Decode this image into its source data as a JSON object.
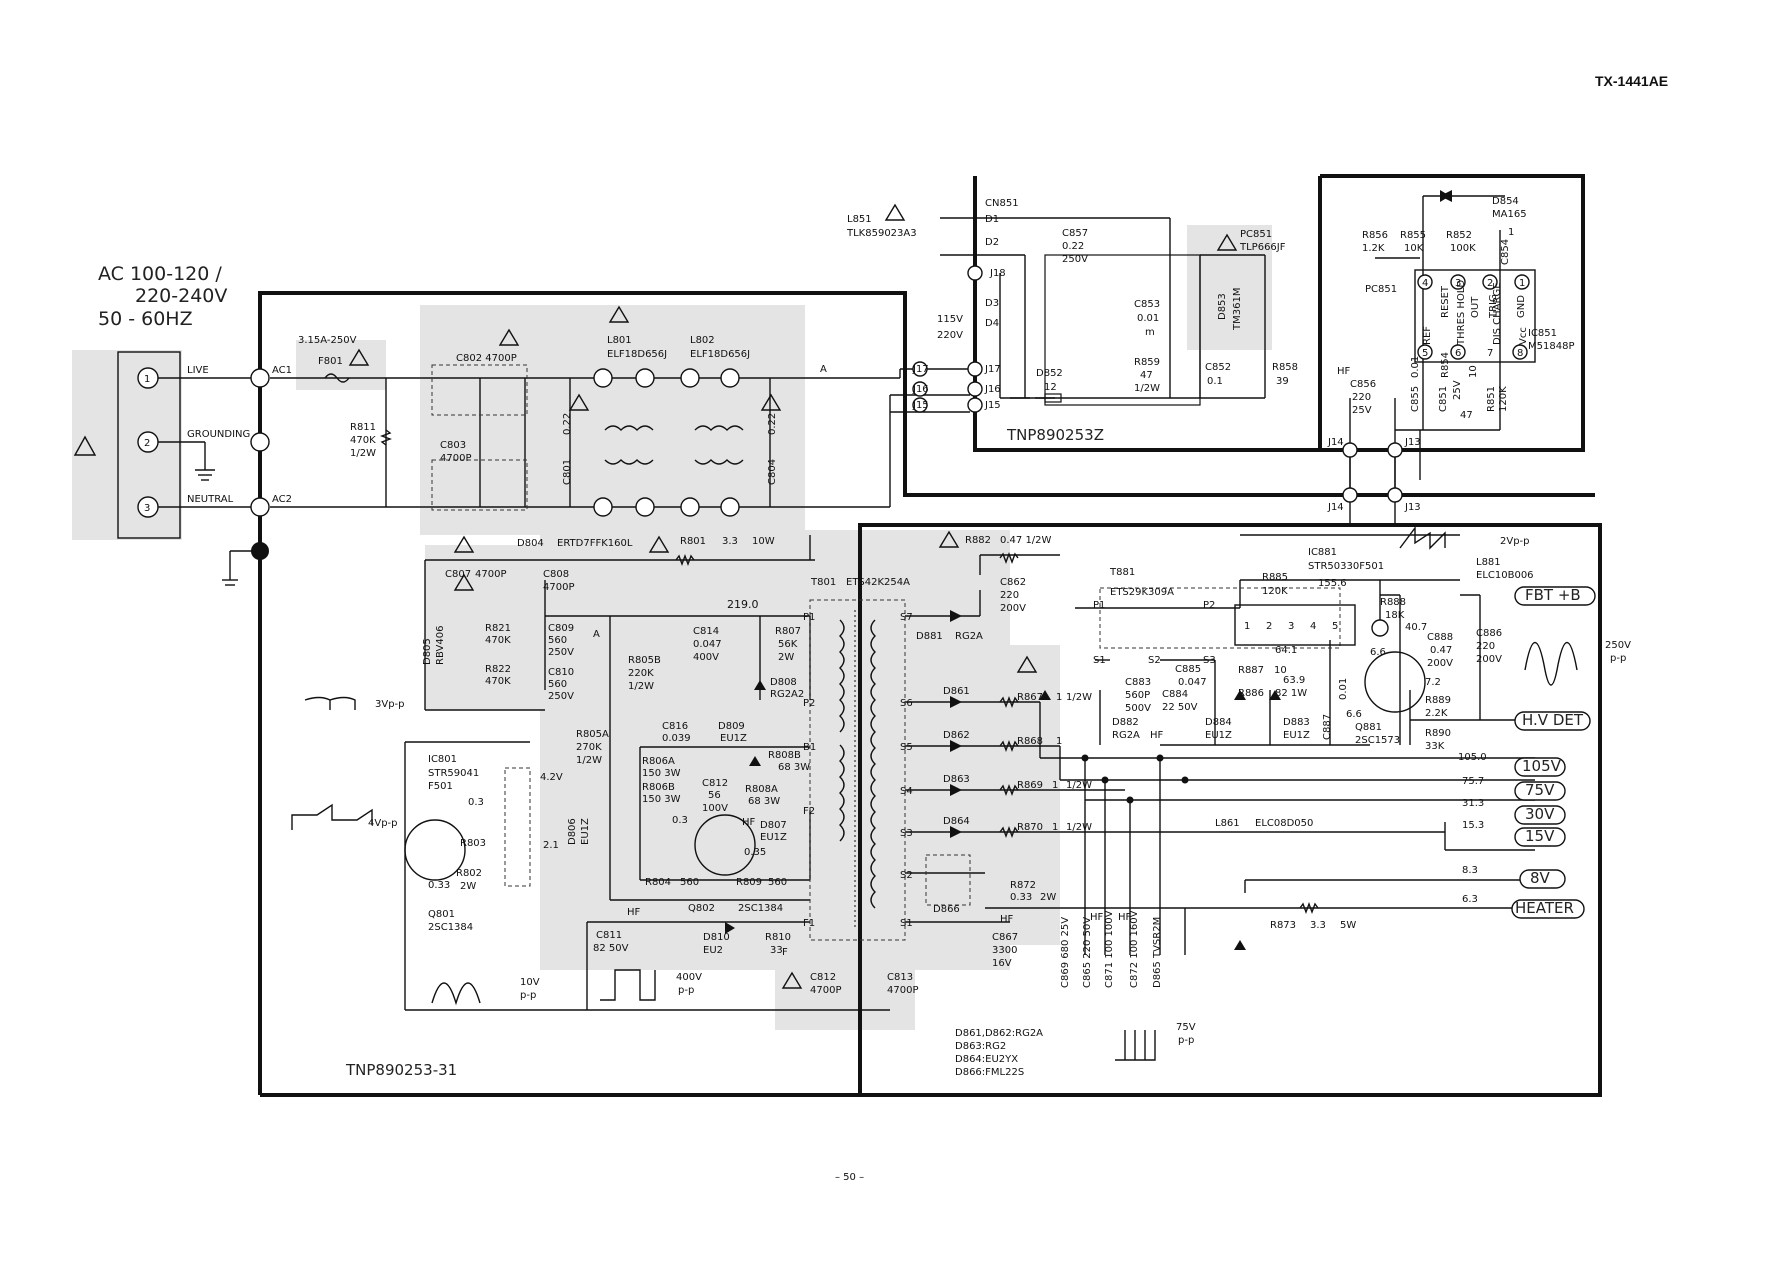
{
  "model": "TX-1441AE",
  "page_number": "– 50 –",
  "ac_input": {
    "line1": "AC 100-120 /",
    "line2": "220-240V",
    "line3": "50 - 60HZ",
    "terminals": [
      {
        "num": "1",
        "label": "LIVE"
      },
      {
        "num": "2",
        "label": "GROUNDING"
      },
      {
        "num": "3",
        "label": "NEUTRAL"
      }
    ],
    "ac1": "AC1",
    "ac2": "AC2"
  },
  "boards": {
    "main": "TNP890253-31",
    "sub": "TNP890253Z"
  },
  "line_filter": {
    "fuse": "F801",
    "fuse_rating": "3.15A-250V",
    "r811": "R811",
    "r811_val1": "470K",
    "r811_val2": "1/2W",
    "c802": "C802 4700P",
    "c803": "C803",
    "c803_val": "4700P",
    "c801": "C801",
    "c801_val": "0.22",
    "c804": "C804",
    "c804_val": "0.22",
    "l801": "L801",
    "l801_part": "ELF18D656J",
    "l802": "L802",
    "l802_part": "ELF18D656J",
    "d804": "D804",
    "d804_part": "ERTD7FFK160L",
    "r801": "R801",
    "r801_val": "3.3",
    "r801_w": "10W"
  },
  "degauss": {
    "l851": "L851",
    "l851_part": "TLK859023A3",
    "cn851": "CN851",
    "d1": "D1",
    "d2": "D2",
    "j18": "J18",
    "d3": "D3",
    "d4": "D4",
    "v115": "115V",
    "v220": "220V",
    "j17": "J17",
    "j16": "J16",
    "j15": "J15",
    "c857": "C857",
    "c857_val1": "0.22",
    "c857_val2": "250V",
    "c853": "C853",
    "c853_val": "0.01",
    "r859": "R859",
    "r859_val1": "47",
    "r859_val2": "1/2W",
    "d852": "D852",
    "d852_val": "12",
    "pc851": "PC851",
    "pc851_part": "TLP666JF",
    "d853": "D853",
    "d853_part": "TM361M",
    "c852": "C852",
    "c852_val": "0.1",
    "r858": "R858",
    "r858_val": "39"
  },
  "timer": {
    "d854": "D854",
    "d854_part": "MA165",
    "r856": "R856",
    "r856_val": "1.2K",
    "r855": "R855",
    "r855_val": "10K",
    "r852": "R852",
    "r852_val": "100K",
    "c854": "C854",
    "c854_val": "1",
    "pc851": "PC851",
    "ic851": "IC851",
    "ic851_part": "M51848P",
    "pins": [
      "REF",
      "RESET",
      "OUT",
      "TRIG",
      "GND",
      "THRES HOLD",
      "DIS CHARGE",
      "Vcc"
    ],
    "pin_nums": [
      "4",
      "3",
      "2",
      "1",
      "5",
      "6",
      "7",
      "8"
    ],
    "c856": "C856",
    "c856_val1": "220",
    "c856_val2": "25V",
    "c855": "C855",
    "c855_val": "0.01",
    "c851": "C851",
    "c851_val": "47",
    "r854": "R854",
    "r854_val": "10",
    "r851": "R851",
    "r851_val": "120K",
    "v25": "25V",
    "j14": "J14",
    "j13": "J13"
  },
  "chopper": {
    "ic801": "IC801",
    "ic801_part1": "STR59041",
    "ic801_part2": "F501",
    "d805": "D805",
    "d805_part": "RBV406",
    "c807": "C807",
    "c807_val": "4700P",
    "c808": "C808",
    "c808_val": "4700P",
    "r821": "R821",
    "r821_val": "470K",
    "r822": "R822",
    "r822_val": "470K",
    "c809": "C809",
    "c809_val1": "560",
    "c809_val2": "250V",
    "c810": "C810",
    "c810_val1": "560",
    "c810_val2": "250V",
    "r805b": "R805B",
    "r805b_val1": "220K",
    "r805b_val2": "1/2W",
    "r805a": "R805A",
    "r805a_val1": "270K",
    "r805a_val2": "1/2W",
    "c814": "C814",
    "c814_val1": "0.047",
    "c814_val2": "400V",
    "r807": "R807",
    "r807_val1": "56K",
    "r807_val2": "2W",
    "d808": "D808",
    "d808_part": "RG2A2",
    "v219": "219.0",
    "c816": "C816",
    "c816_val": "0.039",
    "d809": "D809",
    "d809_part": "EU1Z",
    "r806a": "R806A",
    "r806a_val": "150 3W",
    "r806b": "R806B",
    "r806b_val": "150 3W",
    "c812_sm": "C812",
    "c812_sm_val1": "56",
    "c812_sm_val2": "100V",
    "r808b": "R808B",
    "r808b_val": "68 3W",
    "r808a": "R808A",
    "r808a_val": "68 3W",
    "d807": "D807",
    "d807_part": "EU1Z",
    "d806": "D806",
    "d806_part": "EU1Z",
    "q802": "Q802",
    "q802_part": "2SC1384",
    "r804": "R804",
    "r804_val": "560",
    "r809": "R809",
    "r809_val": "560",
    "q801": "Q801",
    "q801_part": "2SC1384",
    "r803": "R803",
    "r802": "R802",
    "r802_val": "2W",
    "v033": "0.33",
    "c811": "C811",
    "c811_val": "82 50V",
    "d810": "D810",
    "d810_part": "EU2",
    "r810": "R810",
    "r810_val": "33",
    "v42": "4.2V",
    "v03a": "0.3",
    "v03b": "0.3",
    "v21": "2.1",
    "v035": "0.35",
    "c812": "C812",
    "c812_val": "4700P",
    "c813": "C813",
    "c813_val": "4700P"
  },
  "transformer": {
    "t801": "T801",
    "t801_part": "ETS42K254A",
    "pins_left": [
      "P1",
      "P2",
      "B1",
      "F2",
      "F1"
    ],
    "pins_right": [
      "S7",
      "S6",
      "S5",
      "S4",
      "S3",
      "S2",
      "S1"
    ]
  },
  "secondary": {
    "r882": "R882",
    "r882_val": "0.47 1/2W",
    "d881": "D881",
    "d881_part": "RG2A",
    "c862": "C862",
    "c862_val1": "220",
    "c862_val2": "200V",
    "d861": "D861",
    "d862": "D862",
    "d863": "D863",
    "d864": "D864",
    "d866": "D866",
    "r867": "R867",
    "r868": "R868",
    "r869": "R869",
    "r870": "R870",
    "r872": "R872",
    "r872_val": "0.33",
    "r_val": "1",
    "r_w": "1/2W",
    "w2": "2W",
    "l861": "L861",
    "l861_part": "ELC08D050",
    "c867": "C867",
    "c867_val1": "3300",
    "c867_val2": "16V",
    "caps": [
      "C869 680 25V",
      "C865 220 50V",
      "C871 100 100V",
      "C872 100 160V",
      "D865 TVSR2M"
    ],
    "diode_notes": [
      "D861,D862:RG2A",
      "D863:RG2",
      "D864:EU2YX",
      "D866:FML22S"
    ],
    "r873": "R873",
    "r873_val": "3.3",
    "r873_w": "5W"
  },
  "outputs": [
    {
      "label": "FBT +B",
      "volt": "155.6"
    },
    {
      "label": "H.V DET",
      "volt": ""
    },
    {
      "label": "105V",
      "volt": "105.0"
    },
    {
      "label": "75V",
      "volt": "75.7"
    },
    {
      "label": "30V",
      "volt": "31.3"
    },
    {
      "label": "15V",
      "volt": "15.3"
    },
    {
      "label": "8V",
      "volt": "8.3"
    },
    {
      "label": "HEATER",
      "volt": "6.3"
    }
  ],
  "hv_section": {
    "t881": "T881",
    "t881_part": "ETS29K309A",
    "ic881": "IC881",
    "ic881_part": "STR50330F501",
    "r885": "R885",
    "r885_val": "120K",
    "l881": "L881",
    "l881_part": "ELC10B006",
    "r888": "R888",
    "r888_val": "18K",
    "v407": "40.7",
    "c888": "C888",
    "c888_val1": "0.47",
    "c888_val2": "200V",
    "c886": "C886",
    "c886_val1": "220",
    "c886_val2": "200V",
    "c883": "C883",
    "c883_val1": "560P",
    "c883_val2": "500V",
    "c885": "C885",
    "c885_val": "0.047",
    "c884": "C884",
    "c884_val": "22 50V",
    "r887": "R887",
    "r887_val": "10",
    "r886": "R886",
    "r886_val": "82 1W",
    "v639": "63.9",
    "v641": "64.1",
    "v66a": "6.6",
    "v66b": "6.6",
    "v72": "7.2",
    "d882": "D882",
    "d882_part": "RG2A",
    "d884": "D884",
    "d884_part": "EU1Z",
    "d883": "D883",
    "d883_part": "EU1Z",
    "c887": "C887",
    "c887_val": "0.01",
    "q881": "Q881",
    "q881_part": "2SC1573",
    "r889": "R889",
    "r889_val": "2.2K",
    "r890": "R890",
    "r890_val": "33K",
    "ic_pins": [
      "1",
      "2",
      "3",
      "4",
      "5"
    ],
    "s_pins": [
      "S1",
      "S2",
      "S3"
    ],
    "p_pins": [
      "P1",
      "P2"
    ]
  },
  "waveforms": {
    "w1": "3Vp-p",
    "w2": "4Vp-p",
    "w3_1": "10V",
    "w3_2": "p-p",
    "w4_1": "400V",
    "w4_2": "p-p",
    "w5_1": "75V",
    "w5_2": "p-p",
    "w6": "2Vp-p",
    "w7_1": "250V",
    "w7_2": "p-p"
  },
  "marks": {
    "hf": "HF",
    "m": "m",
    "a": "A",
    "f": "F"
  }
}
